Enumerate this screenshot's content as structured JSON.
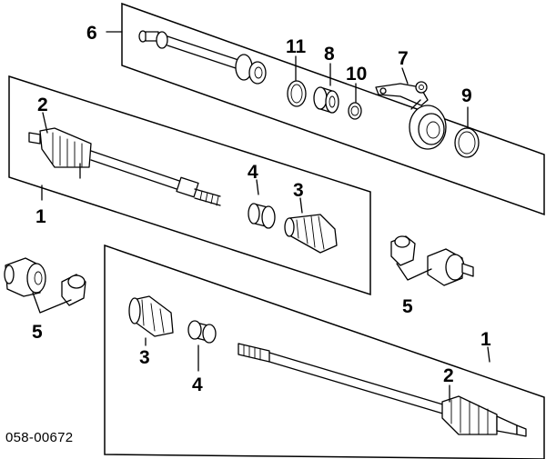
{
  "figure_code": "058-00672",
  "callouts": {
    "shaft_assembly_label": "6",
    "outer_boot_label": "1",
    "clamp_label": "2",
    "inner_ring_label": "4",
    "inner_boot_label": "3",
    "joint_set_label": "5",
    "seal_a_label": "11",
    "bearing_label": "8",
    "circlip_label": "10",
    "bracket_label": "7",
    "retainer_label": "9",
    "lower_boot_label": "3",
    "lower_ring_label": "4",
    "lower_axle_label": "1",
    "lower_clamp_label": "2",
    "right_joint_label": "5",
    "left_joint_label": "5",
    "left_axle_label": "2",
    "left_axle_num": "1"
  }
}
